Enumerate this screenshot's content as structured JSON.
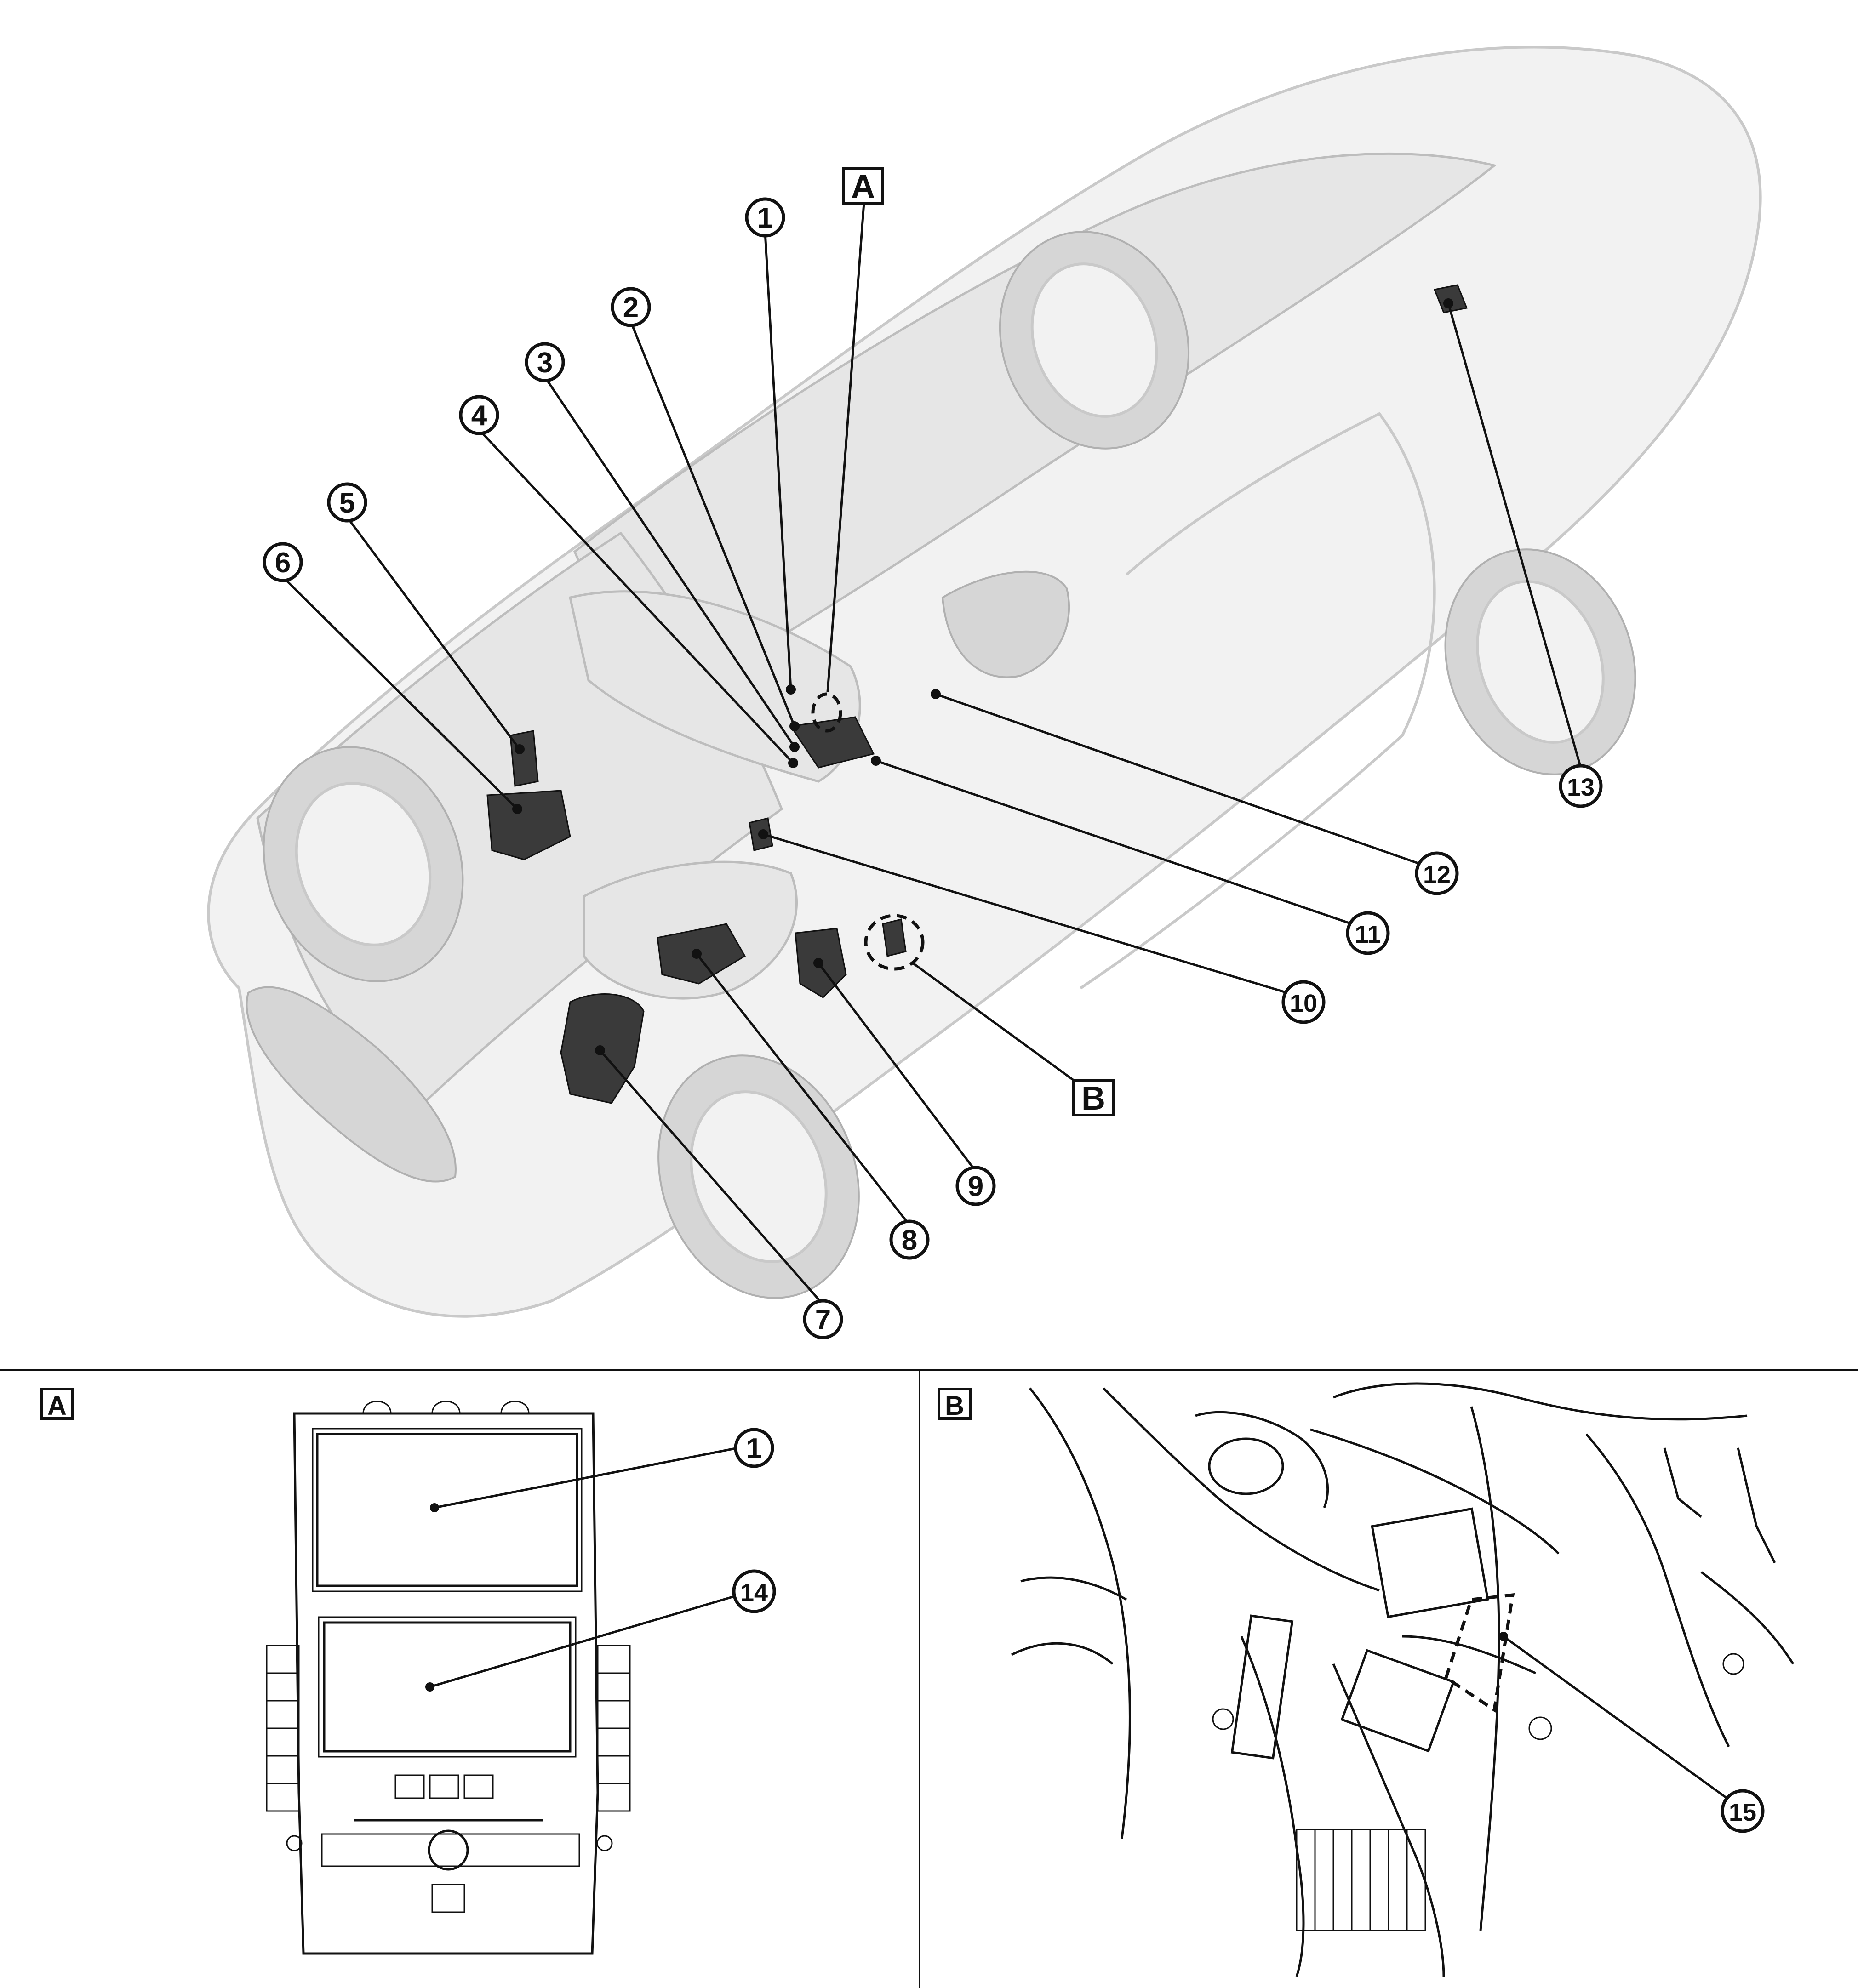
{
  "main_view": {
    "callouts": [
      "1",
      "2",
      "3",
      "4",
      "5",
      "6",
      "7",
      "8",
      "9",
      "10",
      "11",
      "12",
      "13"
    ],
    "view_markers": [
      "A",
      "B"
    ]
  },
  "detail_a": {
    "letter": "A",
    "callouts": [
      "1",
      "14"
    ]
  },
  "detail_b": {
    "letter": "B",
    "callouts": [
      "15"
    ]
  }
}
